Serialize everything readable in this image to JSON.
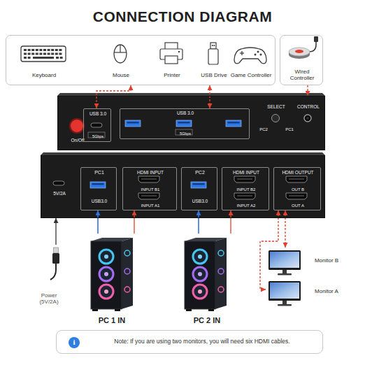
{
  "diagram": {
    "title": "CONNECTION DIAGRAM",
    "nodes": [
      {
        "text": [
          "Keyboard",
          "Mouse",
          "Printer",
          "USB Drive",
          "Game Controller"
        ]
      },
      {
        "text": [
          "Wired Controller"
        ]
      },
      {
        "text": [
          "On/Off",
          "SELECT",
          "PC2",
          "PC1",
          "CONTROL"
        ]
      },
      {
        "text": [
          "USB 3.0",
          "5Gbps"
        ],
        "in": 2
      },
      {
        "text": [
          "USB 3.0",
          "5Gbps"
        ],
        "in": 2
      },
      {
        "text": [
          "5V/2A"
        ]
      },
      {
        "text": [
          "PC1",
          "USB3.0"
        ],
        "in": 5
      },
      {
        "text": [
          "HDMI INPUT",
          "INPUT B1",
          "INPUT A1"
        ],
        "in": 5
      },
      {
        "text": [
          "PC2",
          "USB3.0"
        ],
        "in": 5
      },
      {
        "text": [
          "HDMI INPUT",
          "INPUT B2",
          "INPUT A2"
        ],
        "in": 5
      },
      {
        "text": [
          "HDMI OUTPUT",
          "OUT B",
          "OUT A"
        ],
        "in": 5
      },
      {
        "text": [
          "Power (5V/2A)"
        ]
      },
      {
        "text": [
          "PC 1 IN"
        ]
      },
      {
        "text": [
          "PC 2 IN"
        ]
      },
      {
        "text": [
          "Monitor B"
        ]
      },
      {
        "text": [
          "Monitor A"
        ]
      },
      {
        "text": [
          "Note: If you are using two monitors, you will need six HDMI cables."
        ]
      },
      {
        "text": [
          "i"
        ],
        "in": 16
      }
    ],
    "edges": [
      {
        "from": 0,
        "to": 3,
        "arrow": "both"
      },
      {
        "from": 0,
        "to": 4,
        "arrow": "both"
      },
      {
        "from": 1,
        "to": 2,
        "arrow": "to"
      },
      {
        "from": 11,
        "to": 5,
        "arrow": "to"
      },
      {
        "from": 12,
        "to": 6,
        "arrow": "to"
      },
      {
        "from": 12,
        "to": 7,
        "arrow": "to"
      },
      {
        "from": 13,
        "to": 8,
        "arrow": "to"
      },
      {
        "from": 13,
        "to": 9,
        "arrow": "to"
      },
      {
        "from": 10,
        "to": 14,
        "arrow": "both"
      },
      {
        "from": 10,
        "to": 15,
        "arrow": "both"
      }
    ]
  }
}
